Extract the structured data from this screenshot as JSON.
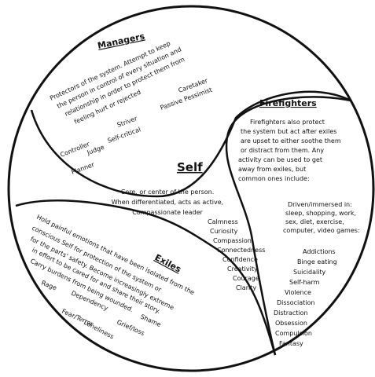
{
  "managers": {
    "title": "Managers",
    "lines": [
      "Protectors of the system. Attempt to keep",
      "the person in control of every situation and",
      "relationship in order to protect them from",
      "feeling hurt or rejected"
    ],
    "roles": [
      "Caretaker",
      "Passive Pessimist",
      "Striver",
      "Self-critical",
      "Controller",
      "Judge",
      "Planner"
    ]
  },
  "firefighters": {
    "title": "Firefighters",
    "lines": [
      "Firefighters also protect",
      "the system but act after exiles",
      "are upset to either soothe them",
      "or distract from them. Any",
      "activity can be used to get",
      "away from exiles, but",
      "common ones include:"
    ],
    "activities": [
      "Driven/immersed in:",
      "sleep, shopping, work,",
      "sex, diet, exercise,",
      "computer, video games:"
    ],
    "behaviors": [
      "Addictions",
      "Binge eating",
      "Suicidality",
      "Self-harm",
      "Violence",
      "Dissociation",
      "Distraction",
      "Obsession",
      "Compulsion",
      "Fantasy"
    ]
  },
  "self": {
    "title": "Self",
    "lines": [
      "Core, or center of the person.",
      "When differentiated, acts as active,",
      "Compassionate leader"
    ],
    "qualities": [
      "Calmness",
      "Curiosity",
      "Compassion",
      "Connectedness",
      "Confidence",
      "Creativity",
      "Courage",
      "Clarity"
    ]
  },
  "exiles": {
    "title": "Exiles",
    "lines": [
      "Hold painful emotions that have been isolated from the",
      "conscious Self for protection of the system or",
      "for the parts' safety. Become increasingly extreme",
      "in effort to be cared for and share their story.",
      "Carry burdens from being wounded."
    ],
    "feelings": [
      "Rage",
      "Dependency",
      "Shame",
      "Fear/Terror",
      "Grief/loss",
      "Loneliness"
    ]
  }
}
